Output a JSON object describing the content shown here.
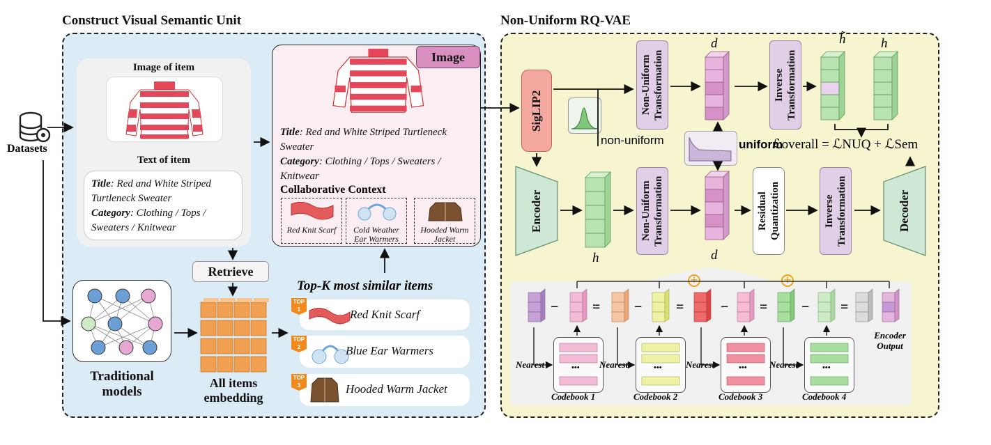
{
  "left_title": "Construct Visual Semantic Unit",
  "right_title": "Non-Uniform RQ-VAE",
  "datasets": "Datasets",
  "item_card": {
    "image_label": "Image of item",
    "text_label": "Text of item",
    "title_key": "Title",
    "title_val": ": Red and White Striped Turtleneck Sweater",
    "category_key": "Category",
    "category_val": ": Clothing / Tops / Sweaters / Knitwear"
  },
  "image_panel": {
    "tag": "Image",
    "title_key": "Title",
    "title_val": ": Red and White Striped Turtleneck Sweater",
    "category_key": "Category",
    "category_val": ": Clothing / Tops / Sweaters / Knitwear",
    "collab": "Collaborative Context",
    "items": [
      "Red Knit Scarf",
      "Cold Weather Ear Warmers",
      "Hooded Warm Jacket"
    ]
  },
  "retrieve": "Retrieve",
  "topk_title": "Top-K most similar items",
  "topk": [
    {
      "badge": "TOP",
      "rank": "1",
      "name": "Red Knit Scarf"
    },
    {
      "badge": "TOP",
      "rank": "2",
      "name": "Blue Ear Warmers"
    },
    {
      "badge": "TOP",
      "rank": "3",
      "name": "Hooded Warm Jacket"
    }
  ],
  "traditional": "Traditional models",
  "all_items": "All items embedding",
  "rq": {
    "siglip": "SigLIP2",
    "encoder": "Encoder",
    "decoder": "Decoder",
    "nut_top": "Non-Uniform Transformation",
    "nut_bottom": "Non-Uniform Transformation",
    "inv_top": "Inverse Transformation",
    "inv_bottom": "Inverse Transformation",
    "residual": "Residual Quantization",
    "non_uniform": "non-uniform",
    "uniform": "uniform",
    "d_top": "d",
    "d_bottom": "d",
    "h_tilde": "h̃",
    "h_top": "h",
    "h_bottom": "h",
    "loss": "ℒoverall = ℒNUQ + ℒSem"
  },
  "codebook": {
    "minus": "−",
    "equals": "=",
    "nearest": "Nearest",
    "dots": "•••",
    "books": [
      "Codebook 1",
      "Codebook 2",
      "Codebook 3",
      "Codebook 4"
    ],
    "encoder_output": "Encoder Output"
  }
}
